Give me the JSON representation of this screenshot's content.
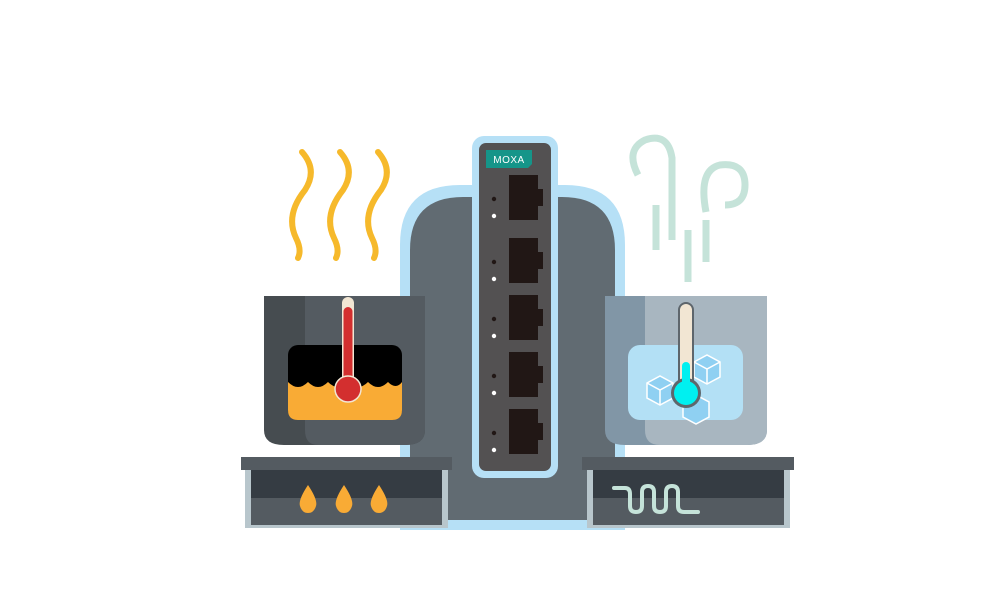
{
  "brand": {
    "logo_text": "MOXA",
    "color": "#159589"
  },
  "switch": {
    "port_count": 5,
    "body_color": "#535152",
    "outline_color": "#b6e0f6"
  },
  "hot_side": {
    "liquid_color": "#f9ab35",
    "thermometer_color": "#d32f2f",
    "flame_count": 3,
    "icon": "heat-waves-icon"
  },
  "cold_side": {
    "ice_color": "#b3e0f5",
    "thermometer_color": "#00f0f0",
    "icon": "steam-icon"
  },
  "colors": {
    "housing": "#616b72",
    "stove": "#545b61",
    "stove_dark": "#353c43",
    "heat": "#f6b92b",
    "steam": "#c5e3d9"
  }
}
